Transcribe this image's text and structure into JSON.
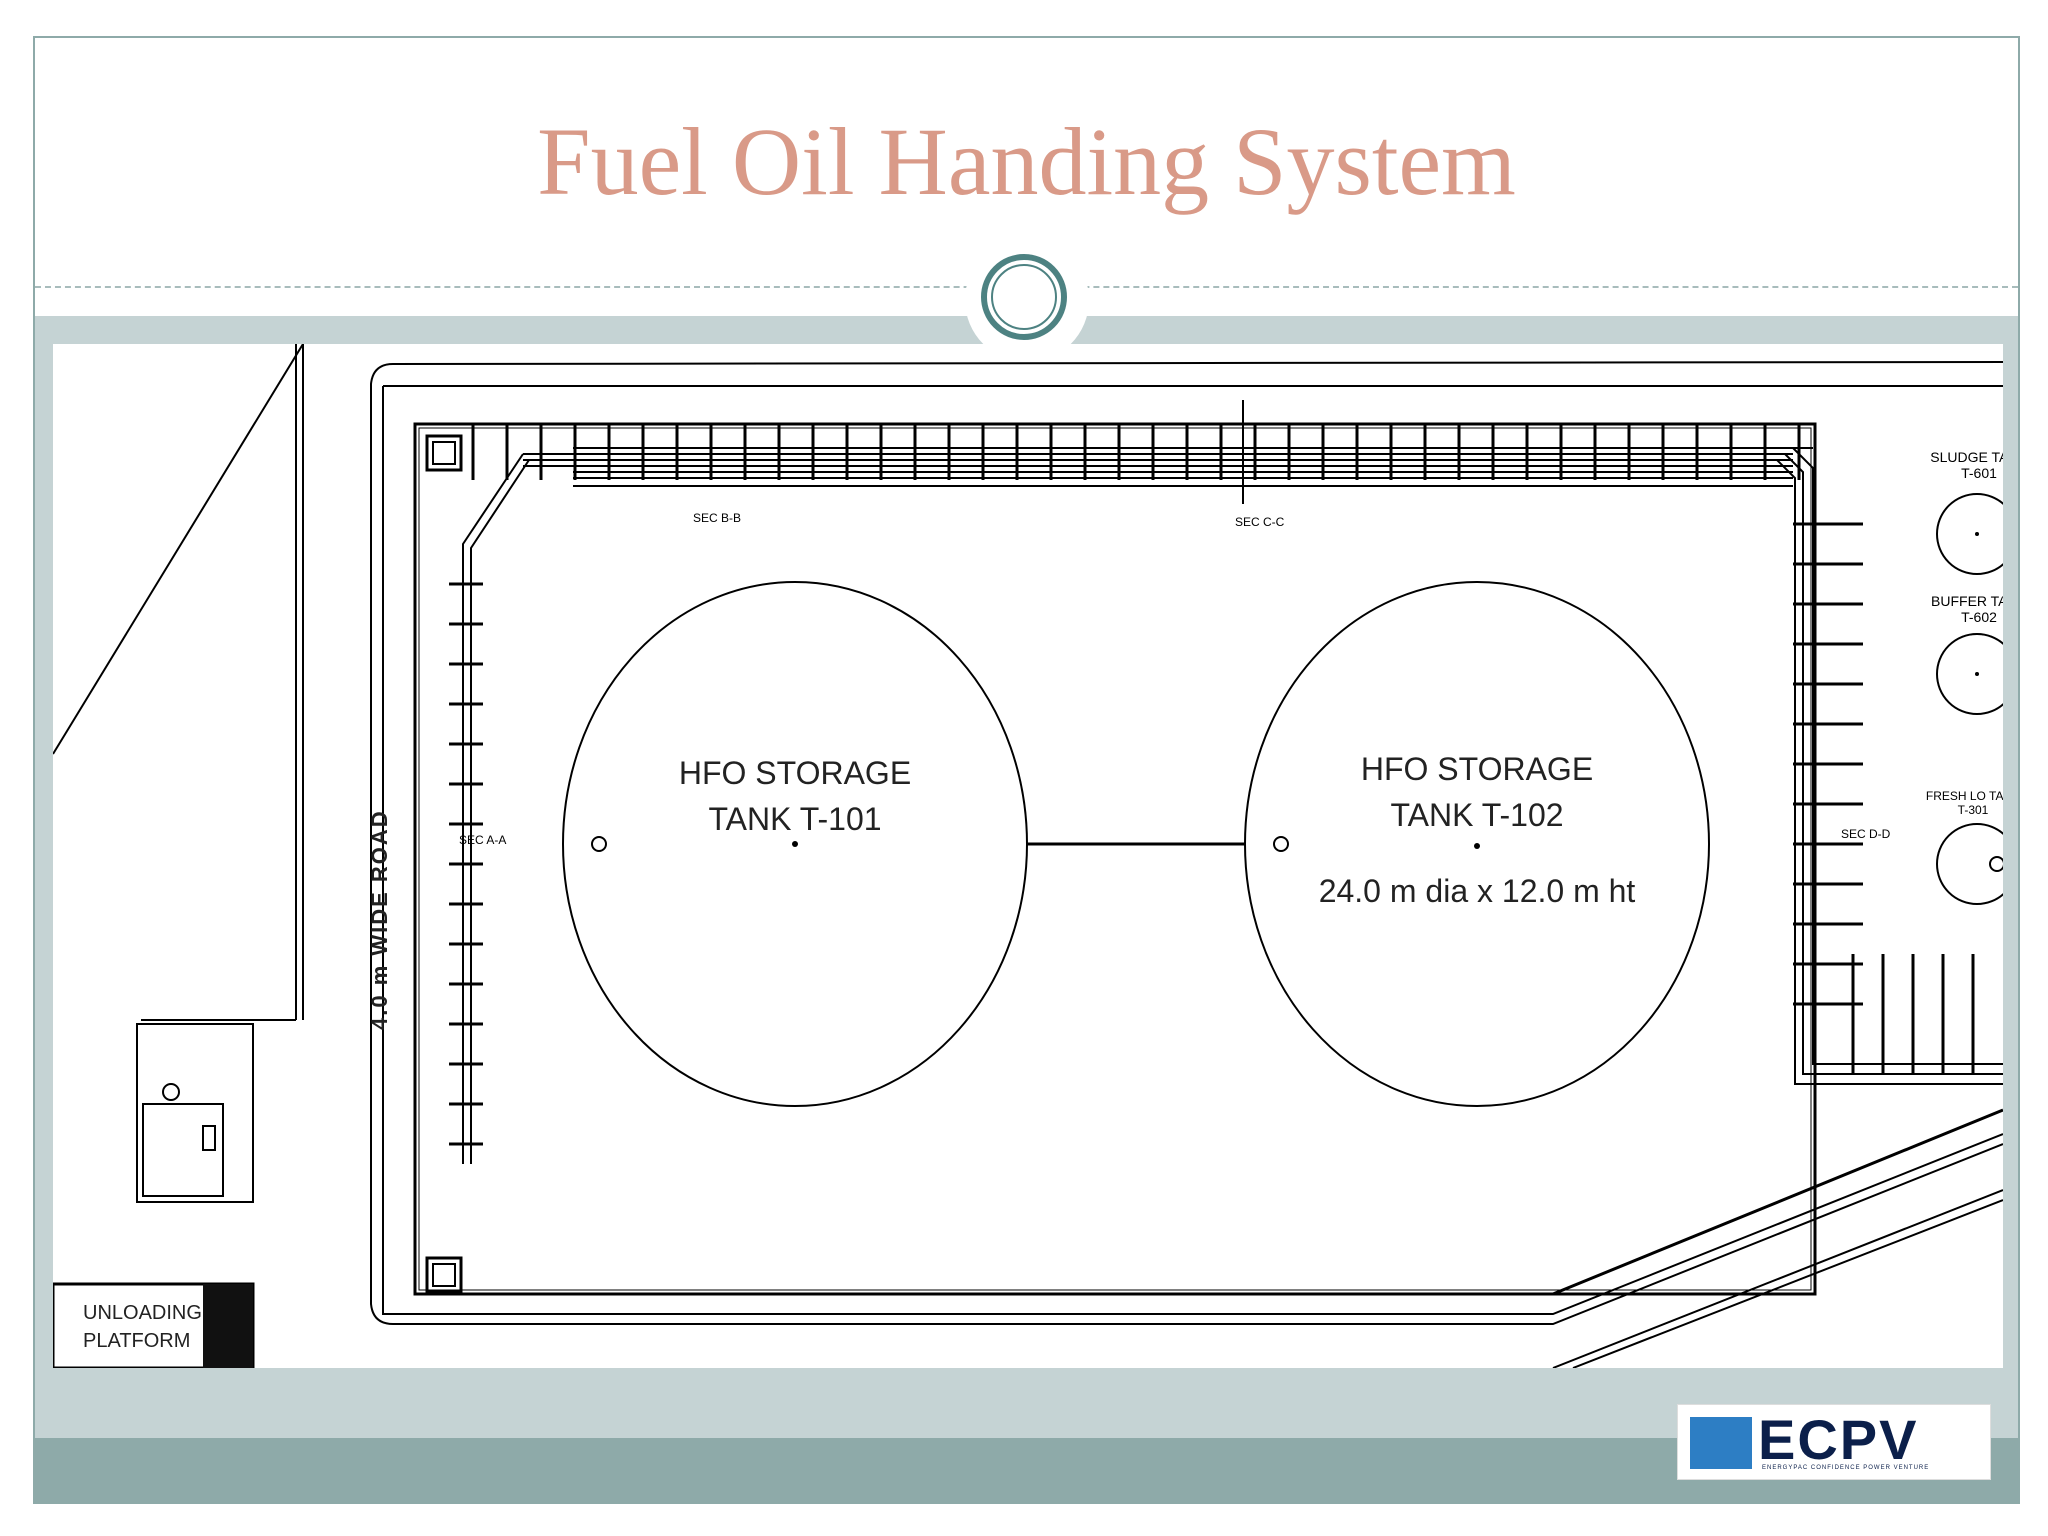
{
  "slide": {
    "title": "Fuel Oil Handing System"
  },
  "drawing": {
    "tank_1": {
      "line1": "HFO STORAGE",
      "line2": "TANK T-101"
    },
    "tank_2": {
      "line1": "HFO STORAGE",
      "line2": "TANK T-102",
      "dims": "24.0 m dia x 12.0 m ht"
    },
    "small_tanks": [
      {
        "line1": "SLUDGE TANK",
        "line2": "T-601"
      },
      {
        "line1": "BUFFER TANK",
        "line2": "T-602"
      },
      {
        "line1": "FRESH LO TANK",
        "line2": "T-301"
      }
    ],
    "road_label": "4.0 m WIDE ROAD",
    "platform_line1": "UNLOADING",
    "platform_line2": "PLATFORM",
    "sections": [
      "SEC A-A",
      "SEC B-B",
      "SEC C-C",
      "SEC D-D"
    ]
  },
  "logo": {
    "name": "ECPV",
    "tagline": "ENERGYPAC CONFIDENCE POWER VENTURE"
  }
}
